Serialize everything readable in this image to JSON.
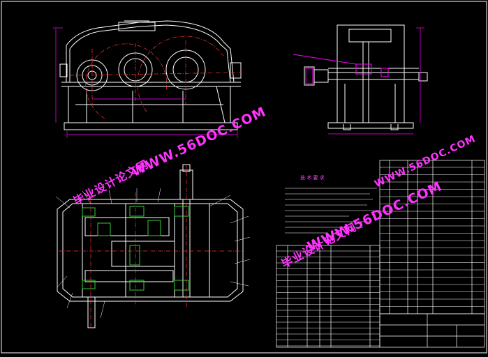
{
  "drawing": {
    "notes_heading": "技 术 要 求",
    "watermark_url": "WWW.56DOC.COM",
    "watermark_site": "毕业设计论文网",
    "colors": {
      "background": "#000000",
      "outline": "#ffffff",
      "centerline": "#ff3333",
      "dimension": "#ff00ff",
      "hatch": "#33cc33",
      "text": "#ffffff",
      "watermark": "#ff33ff"
    }
  }
}
